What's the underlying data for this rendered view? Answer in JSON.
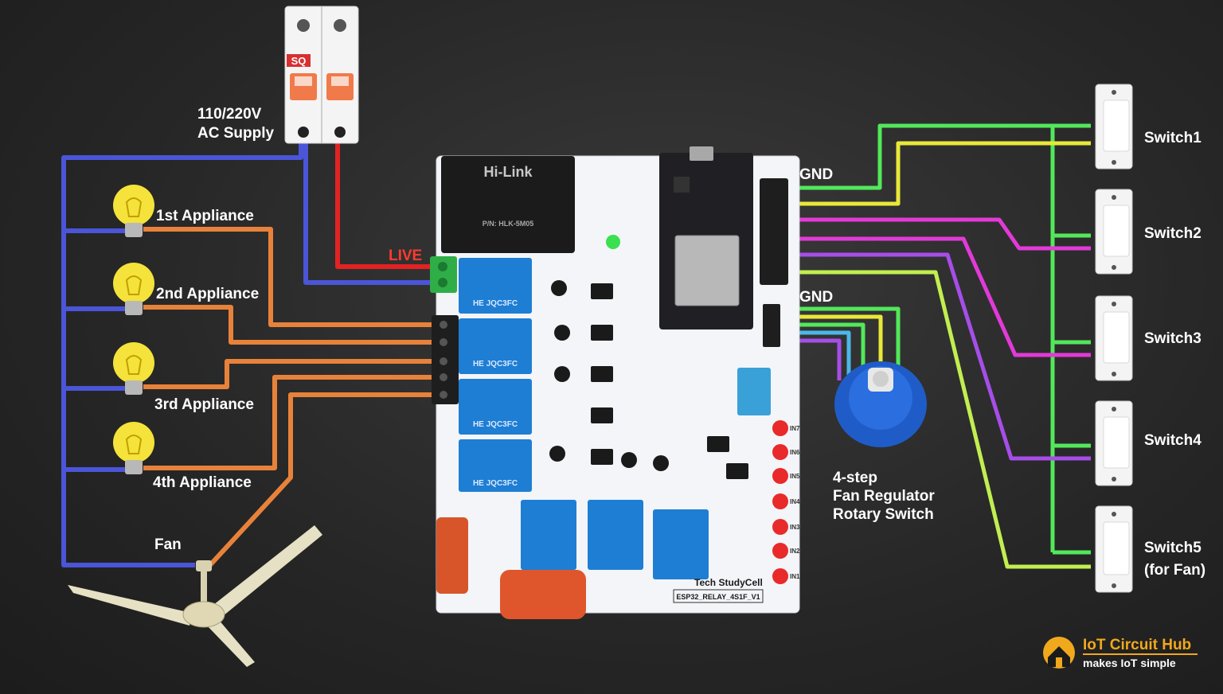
{
  "colors": {
    "background": "#2a2a2a",
    "neutral_wire": "#4a55d8",
    "live_wire": "#e32222",
    "appliance_wire": "#e8823a",
    "green_wire": "#52e85a",
    "yellow_wire": "#e8e83a",
    "magenta_wire": "#e23ad8",
    "purple_wire": "#a64ee8",
    "lime_wire": "#c2ee50",
    "pcb": "#f3f5f8",
    "relay": "#1e7ed4",
    "brand": "#f0a81c"
  },
  "labels": {
    "supply": [
      "110/220V",
      "AC Supply"
    ],
    "live": "LIVE",
    "gnd_top": "GND",
    "gnd_bottom": "GND",
    "appliance_1": "1st Appliance",
    "appliance_2": "2nd Appliance",
    "appliance_3": "3rd Appliance",
    "appliance_4": "4th Appliance",
    "fan": "Fan",
    "regulator": [
      "4-step",
      "Fan Regulator",
      "Rotary Switch"
    ],
    "switch_1": "Switch1",
    "switch_2": "Switch2",
    "switch_3": "Switch3",
    "switch_4": "Switch4",
    "switch_5": [
      "Switch5",
      "(for Fan)"
    ]
  },
  "board": {
    "psu_brand": "Hi-Link",
    "psu_model": "P/N: HLK-5M05",
    "relay_marking": "HE JQC3FC",
    "maker": "Tech StudyCell",
    "board_name": "ESP32_RELAY_4S1F_V1",
    "input_pins": [
      "IN7",
      "IN6",
      "IN5",
      "IN4",
      "IN3",
      "IN2",
      "IN1"
    ]
  },
  "breaker": {
    "brand": "SQ"
  },
  "logo": {
    "name": "IoT Circuit Hub",
    "tagline": "makes IoT simple"
  }
}
